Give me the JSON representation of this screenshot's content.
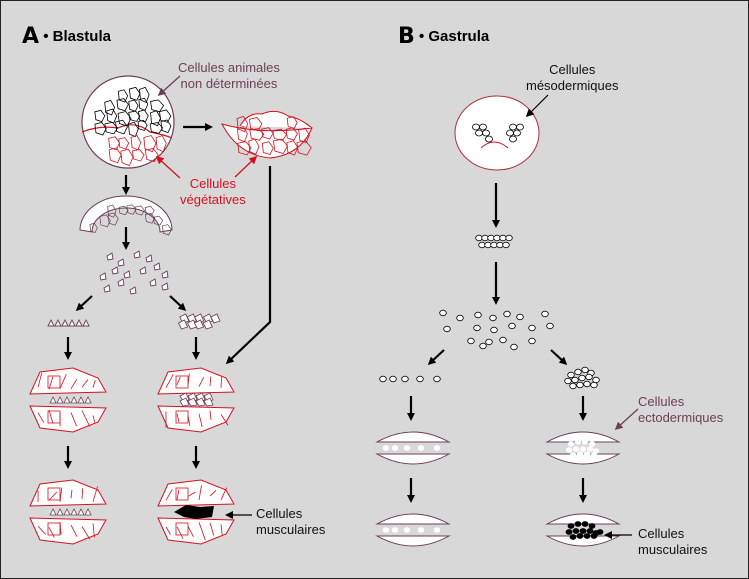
{
  "panel_a": {
    "letter": "A",
    "title": "• Blastula",
    "labels": {
      "animal_cells": [
        "Cellules animales",
        "non déterminées"
      ],
      "vegetal_cells": [
        "Cellules",
        "végétatives"
      ],
      "muscle_cells": [
        "Cellules",
        "musculaires"
      ]
    }
  },
  "panel_b": {
    "letter": "B",
    "title": "• Gastrula",
    "labels": {
      "mesoderm_cells": [
        "Cellules",
        "mésodermiques"
      ],
      "ectoderm_cells": [
        "Cellules",
        "ectodermiques"
      ],
      "muscle_cells": [
        "Cellules",
        "musculaires"
      ]
    }
  },
  "colors": {
    "background": "#d8d8d8",
    "vegetal_red": "#d6101e",
    "animal_label": "#6b3f55",
    "arrow": "#000000"
  }
}
